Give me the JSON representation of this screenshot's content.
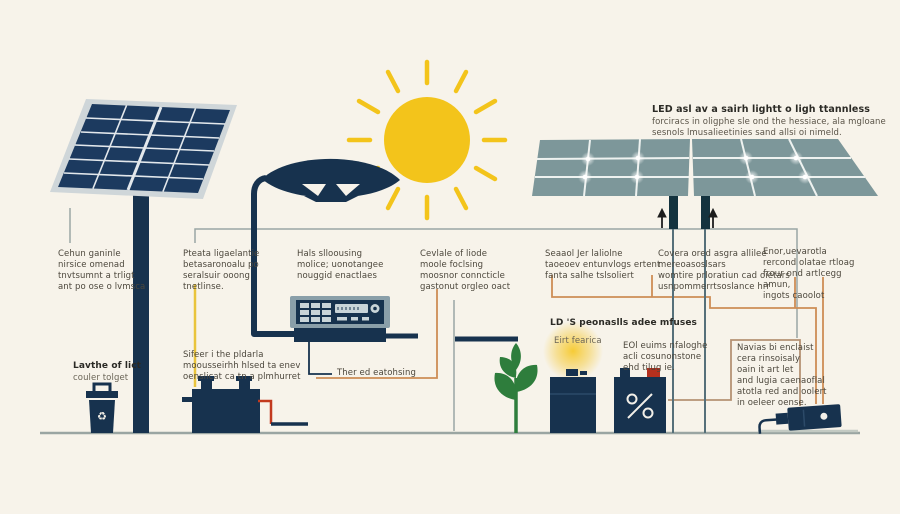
{
  "diagram_title_block": {
    "title": "LED asl av a sairh lightt o ligh ttannless",
    "body": "forciracs in oligphe sle ond the hessiace, ala mgloane\nsesnols lmusalieetinies sand allsi oi nimeld."
  },
  "callouts": {
    "a1": "Cehun ganinle\nnirsice omenad\ntnvtsumnt a trligt\nant po ose o lvmsca",
    "a2": "Pteata ligaelantie\nbetasaronoalu po\nseralsuir ooong\ntnetlinse.",
    "a3": "Hals slloousing\nmolice; uonotangee\nnouggid enactlaes",
    "a4": "Cevlale of liode\nmoole foclsing\nmoosnor conncticle\ngastonut orgleo oact",
    "a5": "Seaaol Jer laliolne\ntaoeoev entunvlogs ertent\nfanta salhe tslsoliert",
    "a6": "Covera ored asgra allilee\nmereoasoslsars\nwomtire prloratiun cad oietars\nusnpommerrtsoslance hrr",
    "a7": "Enor,uevarotla\nrercond olatae rtloag\nfrour ond artlcegg\namun,\ningots caoolot"
  },
  "labels": {
    "pole_title": "Lavthe of lict",
    "pole_sub": "couler tolget",
    "battery": "Sifeer i the pldarla\nmoousseirhh hlsed ta enev\noenslicat ca tn a plmhurret",
    "switch": "Ther ed eatohsing",
    "led_title": "LD 'S peonaslls adee mfuses",
    "led_sub1": "Eirt fearica",
    "led_sub2": "EOl euims nfaloghe\nacli cosunonstone\nehd tilug ie.",
    "maintenance": "Navias bi enclaist\ncera rinsoisaly\noain it art let\nand lugia caenaoflal\natotla red and oolert\nin oeleer oense."
  },
  "icons": {
    "recycle": "♻"
  },
  "colors": {
    "background": "#f7f3ea",
    "navy": "#17324e",
    "teal_panel": "#7d979a",
    "sun_yellow": "#f3c41b",
    "wire_orange": "#cd8d55",
    "wire_yellow": "#e9c43c",
    "wire_tan": "#b59274",
    "leader_gray": "#9aa6a4",
    "plant_green": "#2e7d3c",
    "wire_red": "#c23a1e",
    "ground_gray": "#9aa5a2"
  }
}
